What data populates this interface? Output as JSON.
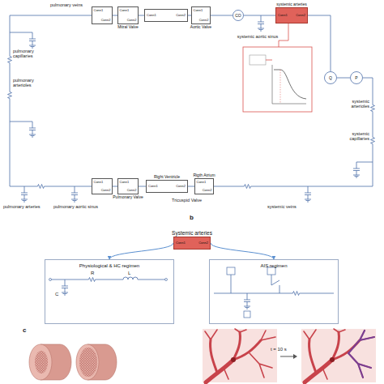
{
  "diagram": {
    "nodes": [
      {
        "text": [
          "Conn1",
          "Conn2"
        ]
      },
      {
        "text": [
          "Conn1",
          "Conn2",
          "Mitral Valve"
        ]
      },
      {
        "text": [
          "Conn1",
          "Conn2"
        ]
      },
      {
        "text": [
          "Conn1",
          "Conn2",
          "Aortic Valve"
        ]
      },
      {
        "text": [
          "CO"
        ]
      },
      {
        "text": [
          "Conn1",
          "Conn2",
          "systemic arteries"
        ]
      },
      {
        "text": [
          "Q"
        ]
      },
      {
        "text": [
          "P"
        ]
      },
      {
        "text": [
          "Conn1",
          "Conn2"
        ]
      },
      {
        "text": [
          "Conn1",
          "Conn2",
          "Pulmonary Valve"
        ]
      },
      {
        "text": [
          "Conn1",
          "Conn2",
          "Right Ventricle"
        ]
      },
      {
        "text": [
          "Conn1",
          "Conn2",
          "Rigth Atrium"
        ]
      },
      {
        "text": [
          "Conn1",
          "Conn2",
          "Systemic arteries"
        ]
      },
      {
        "text": [
          "Physiological & HC regimen"
        ]
      },
      {
        "text": [
          "AIS regimen"
        ]
      }
    ],
    "edges": [
      {
        "from": 0,
        "to": 1,
        "arrow": "none"
      },
      {
        "from": 1,
        "to": 2,
        "arrow": "none"
      },
      {
        "from": 2,
        "to": 3,
        "arrow": "none"
      },
      {
        "from": 3,
        "to": 4,
        "arrow": "none"
      },
      {
        "from": 4,
        "to": 5,
        "arrow": "none"
      },
      {
        "from": 5,
        "to": 6,
        "arrow": "none"
      },
      {
        "from": 6,
        "to": 7,
        "arrow": "none"
      },
      {
        "from": 8,
        "to": 9,
        "arrow": "none"
      },
      {
        "from": 9,
        "to": 10,
        "arrow": "none"
      },
      {
        "from": 10,
        "to": 11,
        "arrow": "none"
      },
      {
        "from": 12,
        "to": 13,
        "arrow": "to"
      },
      {
        "from": 12,
        "to": 14,
        "arrow": "to"
      }
    ],
    "labels": [
      "pulmonary veins",
      "pulmonary capillaries",
      "pulmonary arterioles",
      "pulmonary arteries",
      "pulmonary aortic sinus",
      "systemic veins",
      "systemic aortic sinus",
      "systemic arterioles",
      "systemic capillaries",
      "Tricuspid Valve",
      "b",
      "R",
      "L",
      "C",
      "c",
      "t = 10 s"
    ]
  }
}
